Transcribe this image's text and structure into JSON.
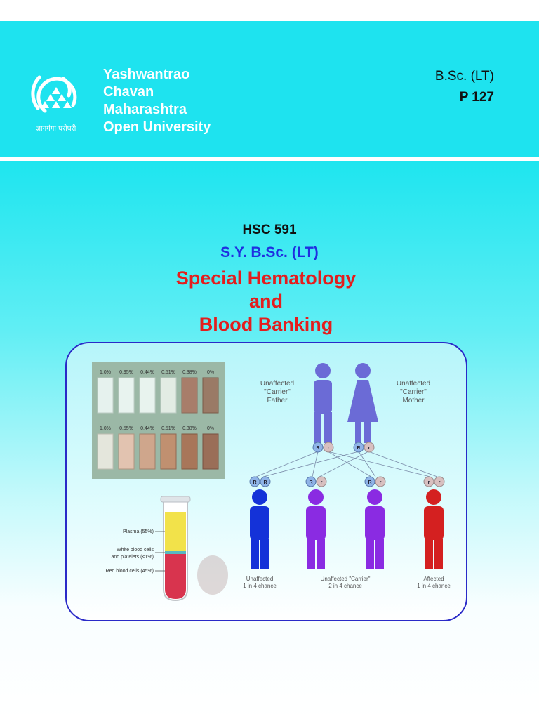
{
  "header": {
    "university_lines": [
      "Yashwantrao",
      "Chavan",
      "Maharashtra",
      "Open University"
    ],
    "logo_motto": "ज्ञानगंगा घरोघरी",
    "program": "B.Sc. (LT)",
    "code": "P 127"
  },
  "course": {
    "code": "HSC 591",
    "level": "S.Y. B.Sc. (LT)",
    "title_lines": [
      "Special Hematology",
      "and",
      "Blood Banking"
    ]
  },
  "figures": {
    "dilution_row1": [
      "1.0%",
      "0.95%",
      "0.44%",
      "0.51%",
      "0.38%",
      "0%"
    ],
    "dilution_row2": [
      "1.0%",
      "0.55%",
      "0.44%",
      "0.51%",
      "0.38%",
      "0%"
    ],
    "tube_labels": {
      "plasma": "Plasma (55%)",
      "wbc_line1": "White blood cells",
      "wbc_line2": "and platelets (<1%)",
      "rbc": "Red blood cells (45%)"
    },
    "parents": {
      "father_lines": [
        "Unaffected",
        "\"Carrier\"",
        "Father"
      ],
      "mother_lines": [
        "Unaffected",
        "\"Carrier\"",
        "Mother"
      ]
    },
    "alleles": {
      "dominant": "R",
      "recessive": "r"
    },
    "offspring_captions": {
      "unaffected": [
        "Unaffected",
        "1 in 4 chance"
      ],
      "carrier": [
        "Unaffected \"Carrier\"",
        "2 in 4 chance"
      ],
      "affected": [
        "Affected",
        "1 in 4 chance"
      ]
    },
    "colors": {
      "parent": "#6b6bd6",
      "unaffected": "#1432d8",
      "carrier": "#8a2be2",
      "affected": "#d42020"
    }
  }
}
